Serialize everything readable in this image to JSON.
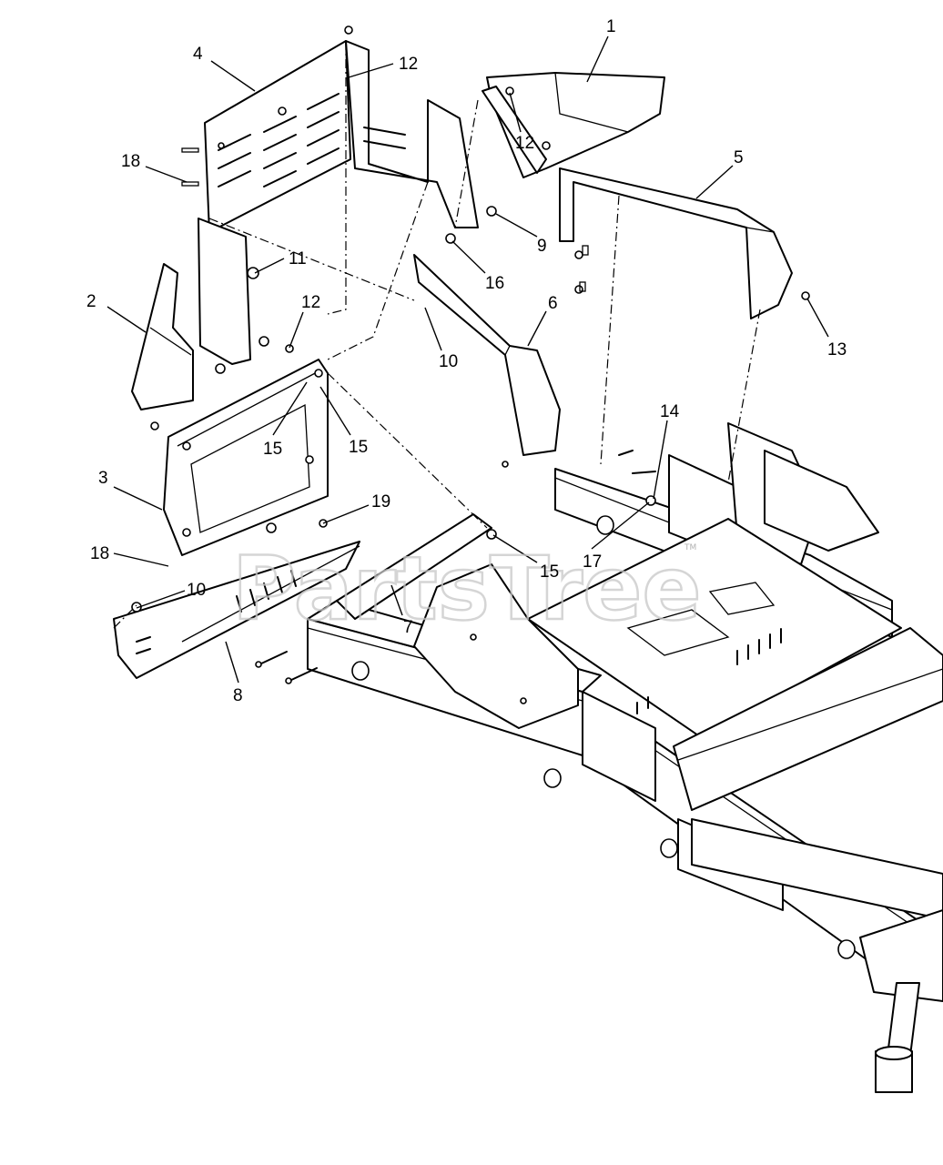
{
  "watermark": {
    "text": "PartsTree",
    "mark": "TM"
  },
  "callouts": [
    {
      "label": "1"
    },
    {
      "label": "4"
    },
    {
      "label": "12"
    },
    {
      "label": "12"
    },
    {
      "label": "18"
    },
    {
      "label": "5"
    },
    {
      "label": "9"
    },
    {
      "label": "11"
    },
    {
      "label": "16"
    },
    {
      "label": "2"
    },
    {
      "label": "12"
    },
    {
      "label": "6"
    },
    {
      "label": "13"
    },
    {
      "label": "10"
    },
    {
      "label": "14"
    },
    {
      "label": "15"
    },
    {
      "label": "15"
    },
    {
      "label": "3"
    },
    {
      "label": "19"
    },
    {
      "label": "17"
    },
    {
      "label": "18"
    },
    {
      "label": "15"
    },
    {
      "label": "10"
    },
    {
      "label": "7"
    },
    {
      "label": "8"
    }
  ]
}
